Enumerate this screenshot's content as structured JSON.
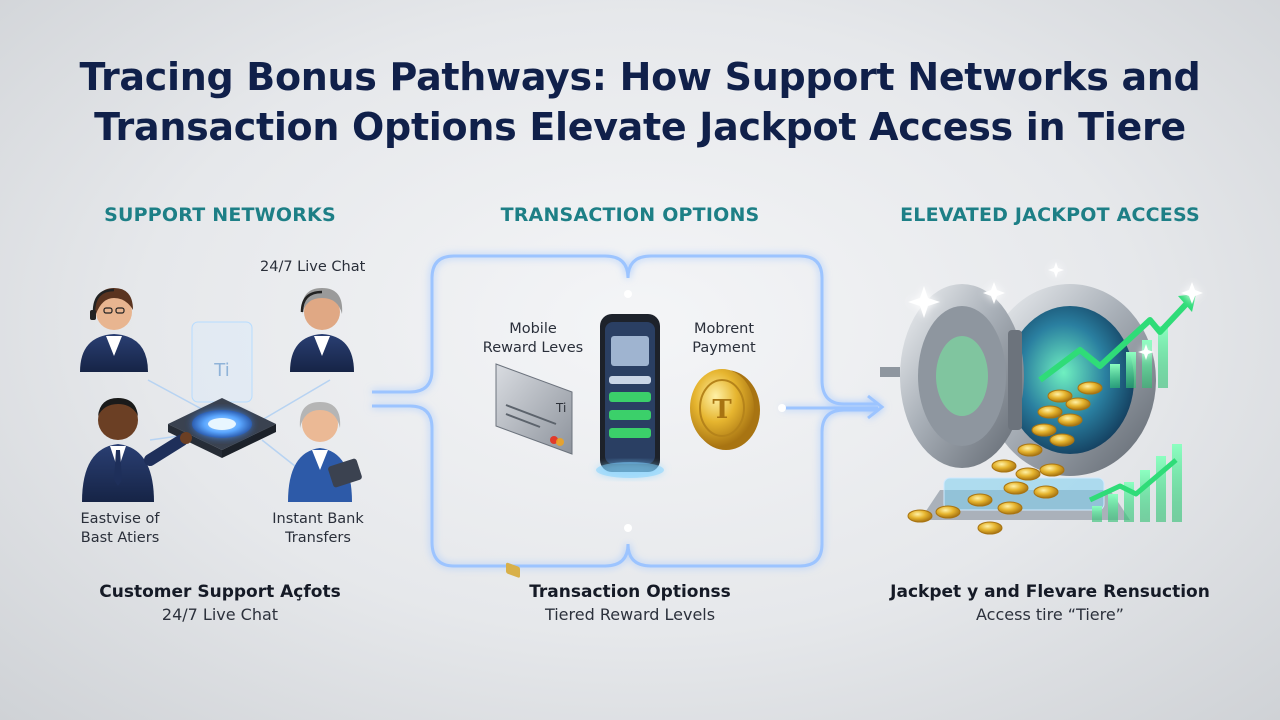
{
  "title": {
    "line1": "Tracing Bonus Pathways: How Support Networks and",
    "line2": "Transaction Options Elevate Jackpot Access in Tiere"
  },
  "columns": {
    "support": {
      "heading": "SUPPORT NETWORKS",
      "label_live_chat": "24/7 Live Chat",
      "label_left_1": "Eastvise of",
      "label_left_2": "Bast Atiers",
      "label_right_1": "Instant Bank",
      "label_right_2": "Transfers",
      "hub_glyph": "Ti",
      "caption_main": "Customer Support Açfots",
      "caption_sub": "24/7 Live Chat"
    },
    "transaction": {
      "heading": "TRANSACTION OPTIONS",
      "label_mobile_1": "Mobile",
      "label_mobile_2": "Reward Leves",
      "label_payment_1": "Mobrent",
      "label_payment_2": "Payment",
      "card_glyph": "Ti",
      "caption_main": "Transaction Optionss",
      "caption_sub": "Tiered Reward Levels"
    },
    "jackpot": {
      "heading": "ELEVATED JACKPOT ACCESS",
      "caption_main": "Jackpet y and Flevare Rensuction",
      "caption_sub": "Access tire “Tiere”"
    }
  },
  "colors": {
    "heading_teal": "#1d7f86",
    "title_navy": "#10204a",
    "glow": "#8fb8ff",
    "gold": "#e0b12f",
    "green": "#4fd98a"
  },
  "icons": [
    "agent-headset-icon",
    "hub-chip-icon",
    "credit-card-icon",
    "smartphone-icon",
    "gold-coin-icon",
    "vault-icon",
    "growth-arrow-icon",
    "sparkle-icon"
  ]
}
